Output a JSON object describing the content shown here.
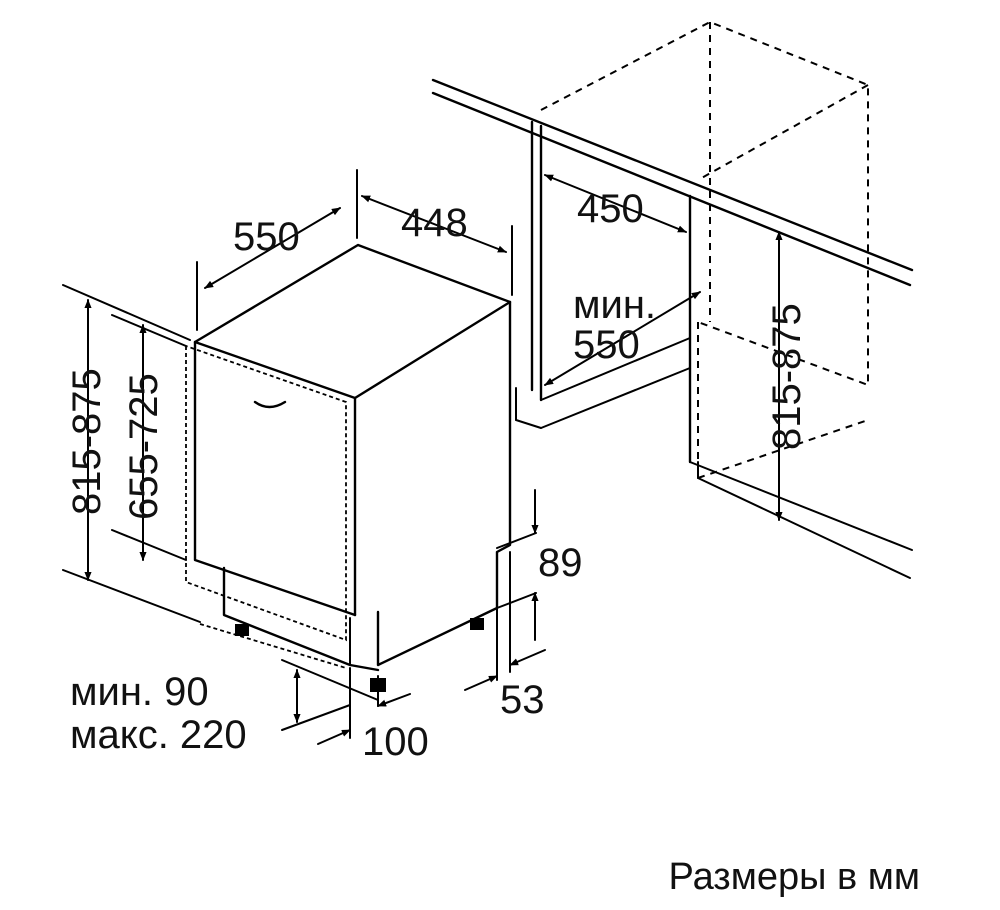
{
  "labels": {
    "cabinet_depth": "550",
    "appliance_width": "448",
    "niche_width": "450",
    "min_depth_prefix": "мин.",
    "min_depth_value": "550",
    "niche_height": "815-875",
    "total_height": "815-875",
    "door_height": "655-725",
    "plinth_height": "89",
    "plinth_recess": "53",
    "min_plinth": "мин. 90",
    "max_plinth": "макс. 220",
    "foot_offset": "100"
  },
  "caption": "Размеры в мм",
  "colors": {
    "line": "#000000",
    "text": "#111111",
    "background": "#ffffff"
  }
}
